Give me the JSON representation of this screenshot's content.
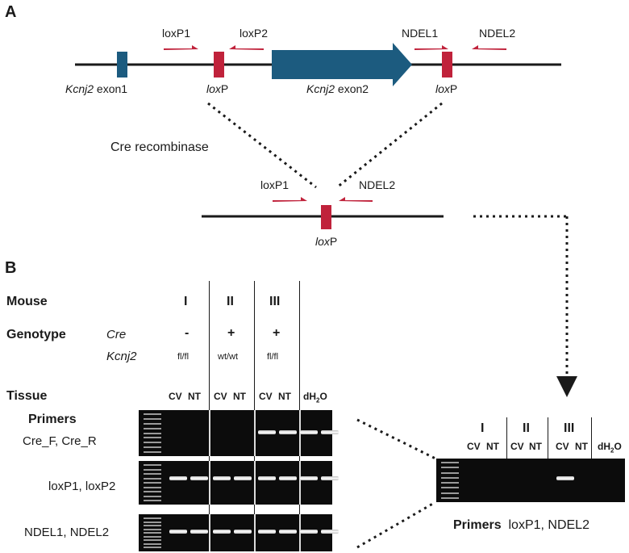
{
  "panels": {
    "a": "A",
    "b": "B"
  },
  "colors": {
    "red": "#c0223b",
    "blue": "#1c5b7f",
    "line": "#1a1a1a"
  },
  "diagram": {
    "primers_top": [
      "loxP1",
      "loxP2",
      "NDEL1",
      "NDEL2"
    ],
    "exon1": {
      "gene": "Kcnj2",
      "suffix": " exon1"
    },
    "exon2": {
      "gene": "Kcnj2",
      "suffix": " exon2"
    },
    "loxp": {
      "lox": "lox",
      "p": "P"
    },
    "cre": "Cre recombinase",
    "primers_bottom": [
      "loxP1",
      "NDEL2"
    ]
  },
  "table": {
    "mouse_label": "Mouse",
    "genotype_label": "Genotype",
    "cre_label": "Cre",
    "kcnj2_label": "Kcnj2",
    "tissue_label": "Tissue",
    "primers_label": "Primers",
    "mice": [
      "I",
      "II",
      "III"
    ],
    "cre": [
      "-",
      "+",
      "+"
    ],
    "kcnj2": [
      "fl/fl",
      "wt/wt",
      "fl/fl"
    ],
    "tissues": [
      "CV",
      "NT"
    ],
    "water": {
      "base": "dH",
      "sub": "2",
      "tail": "O"
    },
    "primer_rows": [
      "Cre_F, Cre_R",
      "loxP1, loxP2",
      "NDEL1, NDEL2"
    ]
  },
  "gels": [
    {
      "name": "cre",
      "bands": [
        0,
        0,
        0,
        0,
        1,
        1,
        1,
        1,
        0
      ]
    },
    {
      "name": "loxp12",
      "bands": [
        1,
        1,
        1,
        1,
        1,
        1,
        1,
        1,
        0
      ]
    },
    {
      "name": "ndel",
      "bands": [
        1,
        1,
        1,
        1,
        1,
        1,
        1,
        1,
        0
      ]
    }
  ],
  "right": {
    "mice": [
      "I",
      "II",
      "III"
    ],
    "tissues": [
      "CV",
      "NT"
    ],
    "bands": [
      0,
      0,
      0,
      0,
      1,
      0,
      0
    ],
    "primers_label": "Primers",
    "primers_value": "loxP1, NDEL2"
  }
}
